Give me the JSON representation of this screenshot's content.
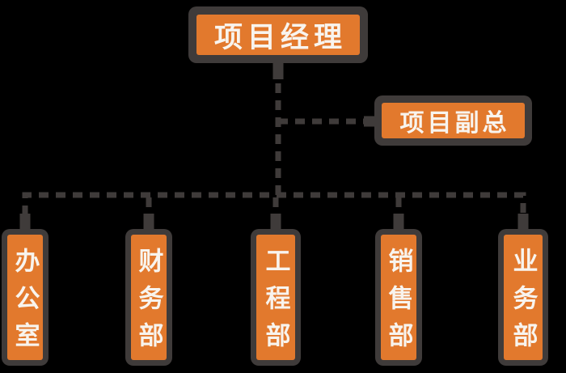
{
  "colors": {
    "background": "#000000",
    "node_fill": "#E2792D",
    "node_border": "#3F3B3A",
    "connector": "#3F3B3A",
    "text": "#F8F4EE"
  },
  "org_chart": {
    "type": "organization-chart",
    "root": {
      "label": "项目经理"
    },
    "deputy": {
      "label": "项目副总"
    },
    "departments": [
      {
        "label": "办公室"
      },
      {
        "label": "财务部"
      },
      {
        "label": "工程部"
      },
      {
        "label": "销售部"
      },
      {
        "label": "业务部"
      }
    ]
  }
}
